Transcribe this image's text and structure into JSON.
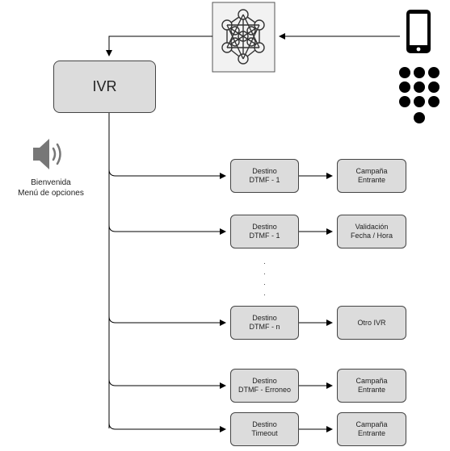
{
  "ivr": {
    "label": "IVR"
  },
  "greeting": {
    "line1": "Bienvenida",
    "line2": "Menú de opciones"
  },
  "branches": [
    {
      "dest_line1": "Destino",
      "dest_line2": "DTMF - 1",
      "result_line1": "Campaña",
      "result_line2": "Entrante"
    },
    {
      "dest_line1": "Destino",
      "dest_line2": "DTMF - 1",
      "result_line1": "Validación",
      "result_line2": "Fecha / Hora"
    },
    {
      "dest_line1": "Destino",
      "dest_line2": "DTMF - n",
      "result_line1": "Otro IVR",
      "result_line2": ""
    },
    {
      "dest_line1": "Destino",
      "dest_line2": "DTMF - Erroneo",
      "result_line1": "Campaña",
      "result_line2": "Entrante"
    },
    {
      "dest_line1": "Destino",
      "dest_line2": "Timeout",
      "result_line1": "Campaña",
      "result_line2": "Entrante"
    }
  ],
  "ellipsis": "·",
  "colors": {
    "box_fill": "#dcdcdc",
    "stroke": "#000000"
  },
  "icons": [
    "network-node-icon",
    "smartphone-icon",
    "keypad-icon",
    "speaker-icon"
  ]
}
